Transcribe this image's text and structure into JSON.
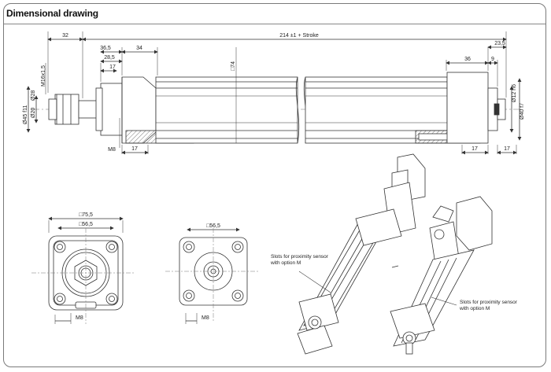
{
  "title": "Dimensional drawing",
  "dims_top": {
    "d32": "32",
    "d36_5": "36,5",
    "d34": "34",
    "d28_5": "28,5",
    "d17a": "17",
    "stroke": "214 ±1 + Stroke",
    "d23_5": "23,5",
    "d36": "36",
    "d9": "9",
    "thread": "M16x1,5",
    "sq74": "□74",
    "dia45": "Ø45 f11",
    "dia20": "Ø20",
    "dia28": "Ø28",
    "dia12": "Ø12 h6",
    "dia40": "Ø40 f7",
    "m8a": "M8",
    "d17b": "17",
    "d17c": "17",
    "d17d": "17"
  },
  "view_left": {
    "sq75_5": "□75,5",
    "sq56_5": "□56,5",
    "m8": "M8"
  },
  "view_right": {
    "sq56_5": "□56,5",
    "m8": "M8"
  },
  "callouts": {
    "slots1": "Slots for proximity sensor\nwith option M",
    "slots2": "Slots for proximity sensor\nwith option M"
  },
  "colors": {
    "line": "#333333",
    "hatch": "#555555",
    "centerline": "#777777",
    "frame": "#7a7a7a"
  }
}
